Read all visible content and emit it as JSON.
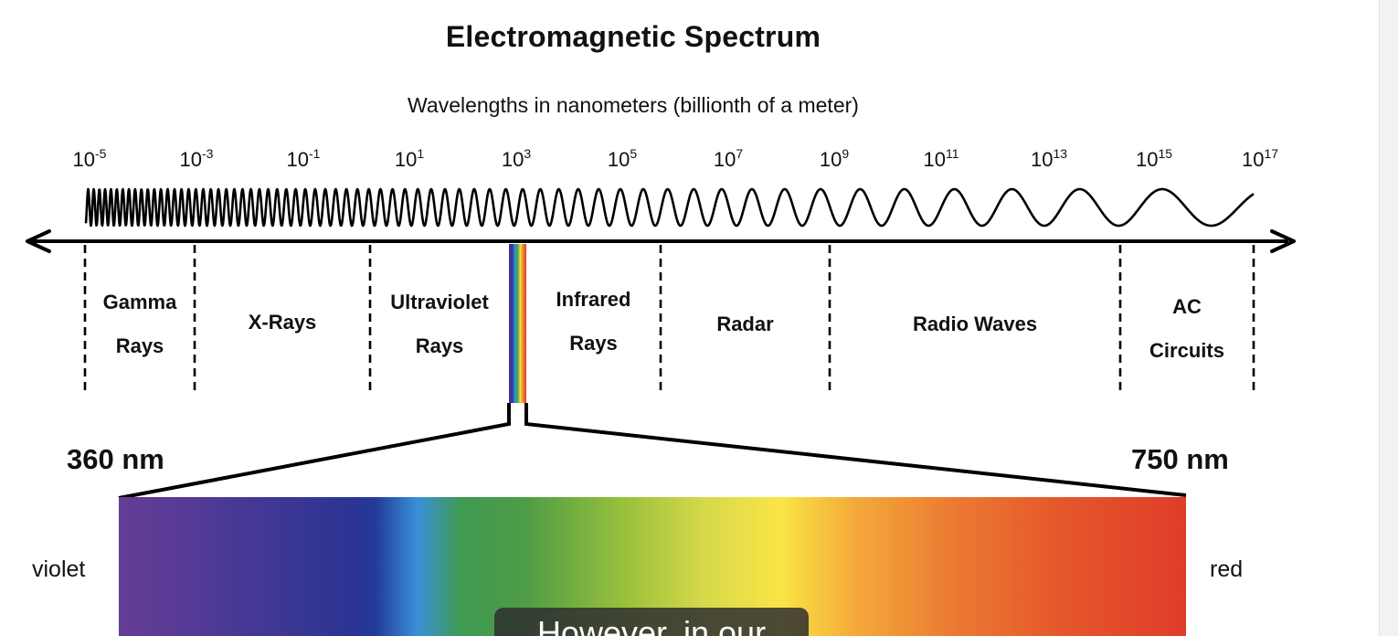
{
  "title": "Electromagnetic Spectrum",
  "subtitle": "Wavelengths in nanometers (billionth of a meter)",
  "ticks": [
    {
      "base": "10",
      "exp": "-5"
    },
    {
      "base": "10",
      "exp": "-3"
    },
    {
      "base": "10",
      "exp": "-1"
    },
    {
      "base": "10",
      "exp": "1"
    },
    {
      "base": "10",
      "exp": "3"
    },
    {
      "base": "10",
      "exp": "5"
    },
    {
      "base": "10",
      "exp": "7"
    },
    {
      "base": "10",
      "exp": "9"
    },
    {
      "base": "10",
      "exp": "11"
    },
    {
      "base": "10",
      "exp": "13"
    },
    {
      "base": "10",
      "exp": "15"
    },
    {
      "base": "10",
      "exp": "17"
    }
  ],
  "bands": [
    {
      "line1": "Gamma",
      "line2": "Rays"
    },
    {
      "line1": "X-Rays",
      "line2": ""
    },
    {
      "line1": "Ultraviolet",
      "line2": "Rays"
    },
    {
      "line1": "Infrared",
      "line2": "Rays"
    },
    {
      "line1": "Radar",
      "line2": ""
    },
    {
      "line1": "Radio Waves",
      "line2": ""
    },
    {
      "line1": "AC",
      "line2": "Circuits"
    }
  ],
  "visible_range": {
    "start_label": "360 nm",
    "end_label": "750 nm",
    "left_color": "violet",
    "right_color": "red"
  },
  "caption": {
    "text": "However, in our"
  },
  "colors": {
    "spectrum": [
      "#663d97",
      "#4a3a96",
      "#2a3595",
      "#203a97",
      "#3a8fd6",
      "#3e9a52",
      "#4c9c47",
      "#8fbd3c",
      "#cfd64a",
      "#fbe545",
      "#f6b23b",
      "#eb7c32",
      "#e4552b",
      "#e03c2a"
    ]
  }
}
